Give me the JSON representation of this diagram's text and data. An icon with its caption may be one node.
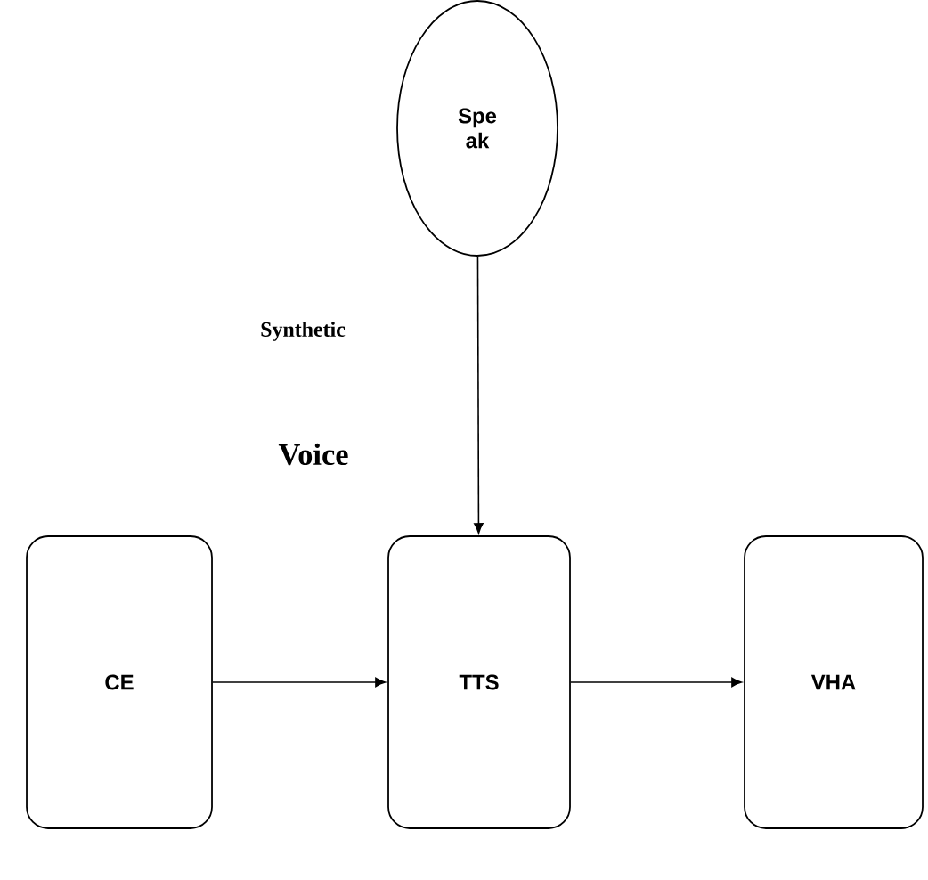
{
  "diagram": {
    "nodes": [
      {
        "text": [
          "Spe ak"
        ]
      },
      {
        "text": [
          "CE"
        ]
      },
      {
        "text": [
          "TTS"
        ]
      },
      {
        "text": [
          "VHA"
        ]
      }
    ],
    "edges": [
      {
        "from": 0,
        "to": 2,
        "arrow": "to"
      },
      {
        "from": 1,
        "to": 2,
        "arrow": "to"
      },
      {
        "from": 2,
        "to": 3,
        "arrow": "to"
      }
    ],
    "labels": [
      "Synthetic",
      "Voice"
    ]
  }
}
